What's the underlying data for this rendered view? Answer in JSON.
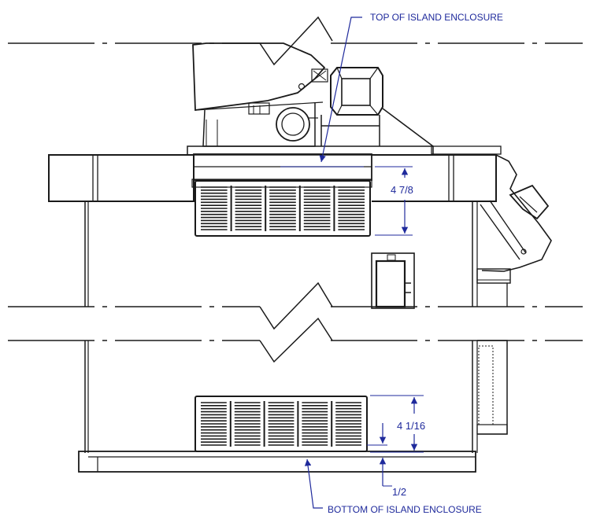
{
  "diagram": {
    "labels": {
      "top": "TOP OF ISLAND ENCLOSURE",
      "bottom": "BOTTOM OF ISLAND ENCLOSURE"
    },
    "dimensions": {
      "upper_vent_height": "4 7/8",
      "lower_vent_height": "4 1/16",
      "lower_vent_offset": "1/2"
    },
    "colors": {
      "linework": "#1a1a1a",
      "annotation": "#1f2a9c"
    }
  }
}
